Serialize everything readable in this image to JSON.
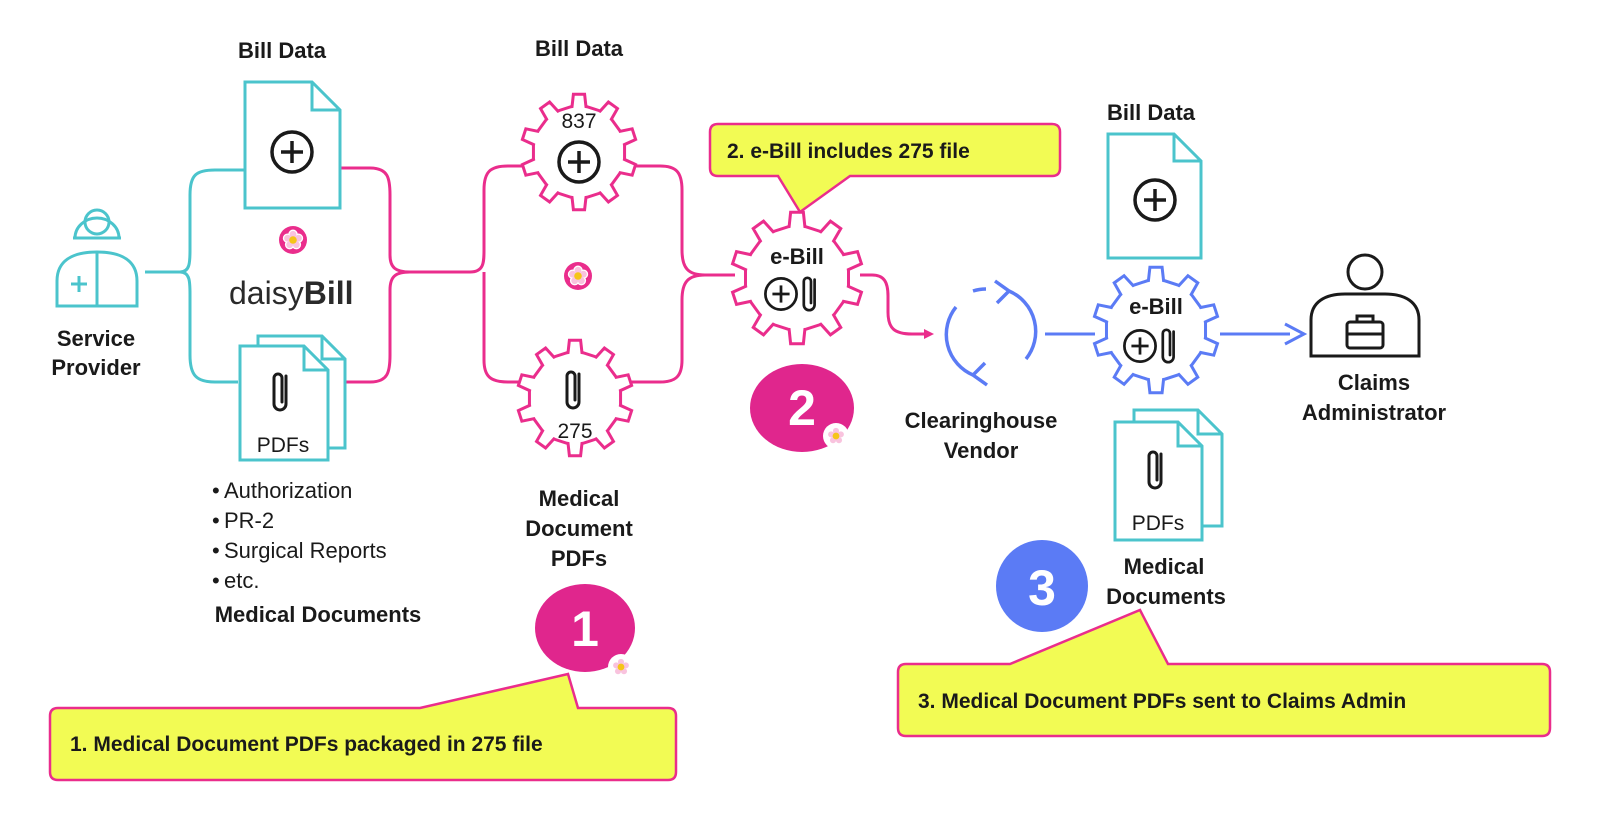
{
  "colors": {
    "teal": "#4BC4CC",
    "pink": "#EA2D8C",
    "blue": "#5B7BF5",
    "dark": "#1a1a1a",
    "callout_fill": "#F2FB54",
    "callout_border": "#EA2D8C",
    "badge_pink": "#E0268D",
    "badge_blue": "#5B7BF5"
  },
  "provider": {
    "label_line1": "Service",
    "label_line2": "Provider",
    "icon": "service-provider-person-icon"
  },
  "left_docs": {
    "bill_data_label": "Bill Data",
    "bill_icon": "plus-circle-icon",
    "logo_prefix": "daisy",
    "logo_suffix": "Bill",
    "pdf_label": "PDFs",
    "pdf_icon": "paperclip-icon",
    "list_items": [
      "Authorization",
      "PR-2",
      "Surgical Reports",
      "etc."
    ],
    "list_title": "Medical Documents"
  },
  "gears_middle": {
    "bill_data_label": "Bill Data",
    "gear_837_text": "837",
    "gear_275_text": "275",
    "bottom_label_line1": "Medical",
    "bottom_label_line2": "Document",
    "bottom_label_line3": "PDFs"
  },
  "ebill_pink": {
    "label": "e-Bill"
  },
  "clearinghouse": {
    "label_line1": "Clearinghouse",
    "label_line2": "Vendor",
    "icon": "refresh-cycle-icon"
  },
  "right_side": {
    "bill_data_label": "Bill Data",
    "ebill_label": "e-Bill",
    "pdf_label": "PDFs",
    "docs_label_line1": "Medical",
    "docs_label_line2": "Documents"
  },
  "admin": {
    "label_line1": "Claims",
    "label_line2": "Administrator",
    "icon": "claims-administrator-briefcase-icon"
  },
  "badges": {
    "one": "1",
    "two": "2",
    "three": "3"
  },
  "callouts": {
    "one": "1. Medical Document PDFs packaged in 275 file",
    "two": "2. e-Bill includes 275 file",
    "three": "3. Medical Document PDFs sent to Claims Admin"
  }
}
